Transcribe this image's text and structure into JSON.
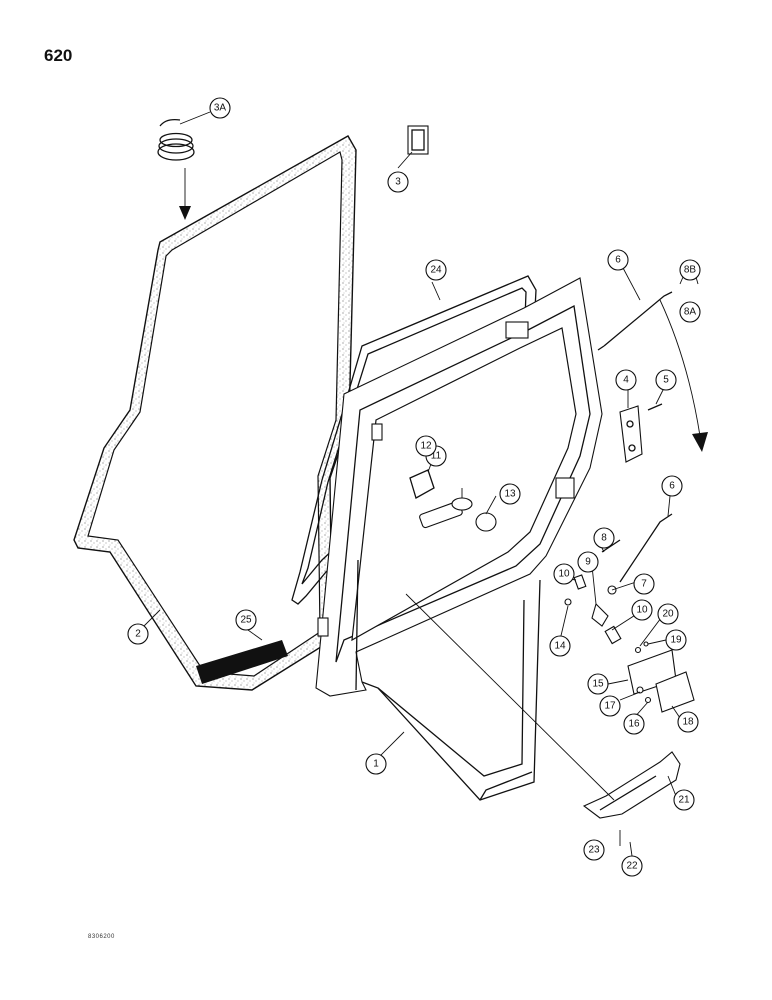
{
  "page": {
    "number": "620",
    "figure_code": "8306200"
  },
  "colors": {
    "ink": "#111111",
    "paper": "#ffffff",
    "seal_speckle": "#d8d8d8"
  },
  "callouts": [
    {
      "id": "1",
      "label": "1"
    },
    {
      "id": "2",
      "label": "2"
    },
    {
      "id": "3",
      "label": "3"
    },
    {
      "id": "3A",
      "label": "3A"
    },
    {
      "id": "4",
      "label": "4"
    },
    {
      "id": "5",
      "label": "5"
    },
    {
      "id": "6a",
      "label": "6"
    },
    {
      "id": "6b",
      "label": "6"
    },
    {
      "id": "7",
      "label": "7"
    },
    {
      "id": "8",
      "label": "8"
    },
    {
      "id": "8A",
      "label": "8A"
    },
    {
      "id": "8B",
      "label": "8B"
    },
    {
      "id": "9",
      "label": "9"
    },
    {
      "id": "10a",
      "label": "10"
    },
    {
      "id": "10b",
      "label": "10"
    },
    {
      "id": "11",
      "label": "11"
    },
    {
      "id": "12",
      "label": "12"
    },
    {
      "id": "13",
      "label": "13"
    },
    {
      "id": "14",
      "label": "14"
    },
    {
      "id": "15",
      "label": "15"
    },
    {
      "id": "16",
      "label": "16"
    },
    {
      "id": "17",
      "label": "17"
    },
    {
      "id": "18",
      "label": "18"
    },
    {
      "id": "19",
      "label": "19"
    },
    {
      "id": "20",
      "label": "20"
    },
    {
      "id": "21",
      "label": "21"
    },
    {
      "id": "22",
      "label": "22"
    },
    {
      "id": "23",
      "label": "23"
    },
    {
      "id": "24",
      "label": "24"
    },
    {
      "id": "25",
      "label": "25"
    }
  ]
}
